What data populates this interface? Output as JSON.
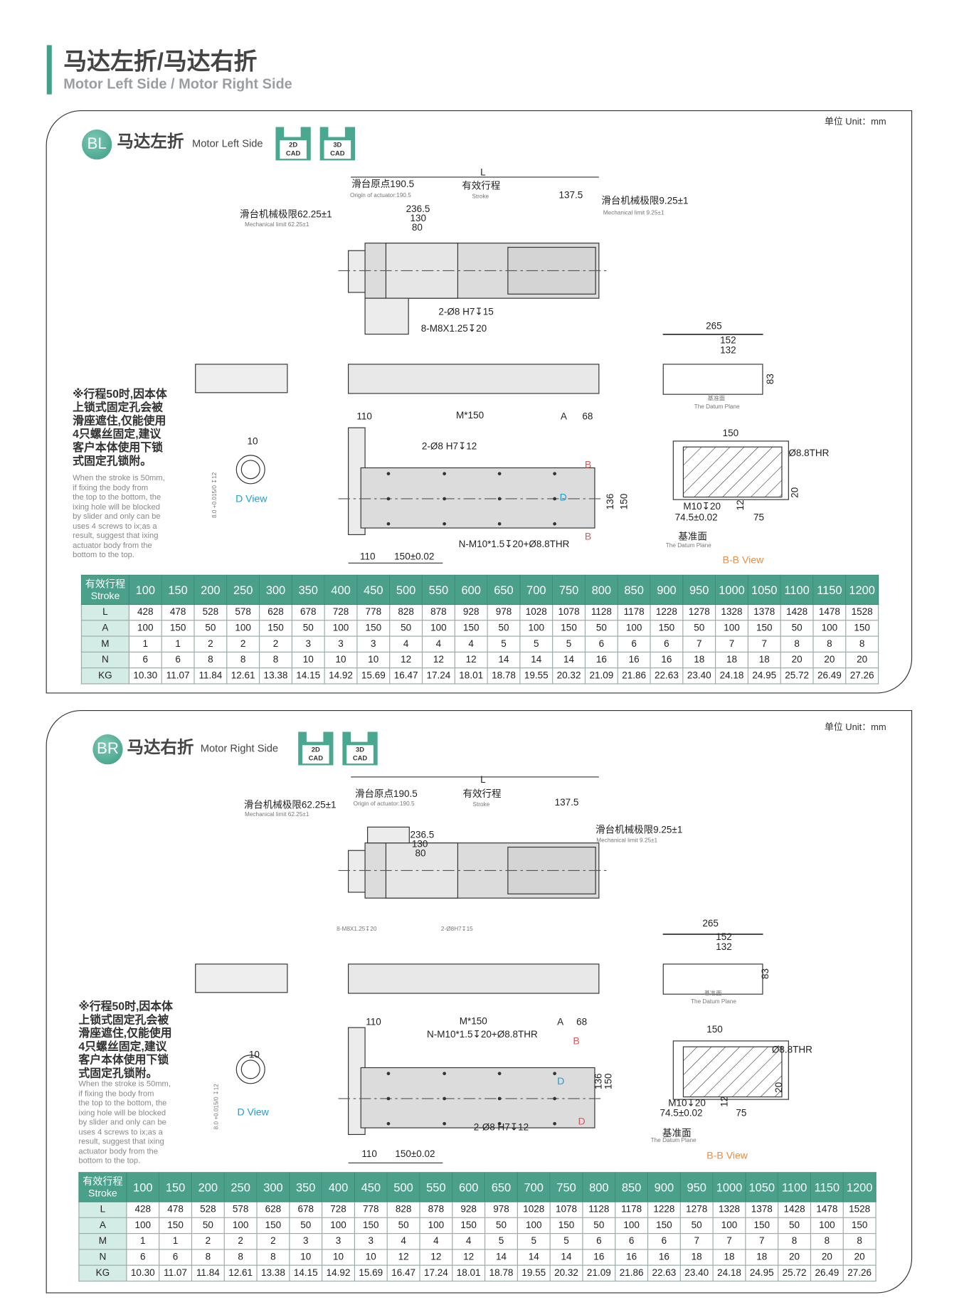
{
  "header": {
    "title_zh": "马达左折/马达右折",
    "title_en": "Motor Left Side / Motor Right Side"
  },
  "colors": {
    "accent": "#4aa08a",
    "section_label_red": "#e05555",
    "view_label_cyan": "#1d9ed6",
    "view_label_orange": "#f08a3c"
  },
  "sections": [
    {
      "code": "BL",
      "title_zh": "马达左折",
      "title_en": "Motor Left Side",
      "unit": "单位 Unit：mm",
      "cad": [
        {
          "l1": "2D",
          "l2": "CAD"
        },
        {
          "l1": "3D",
          "l2": "CAD"
        }
      ],
      "labels": {
        "L": "L",
        "origin": "滑台原点190.5",
        "origin_en": "Origin of actuator:190.5",
        "stroke_zh": "有效行程",
        "stroke_en": "Stroke",
        "d137": "137.5",
        "limit_right": "滑台机械极限9.25±1",
        "limit_right_en": "Mechanical limit 9.25±1",
        "limit_left": "滑台机械极限62.25±1",
        "limit_left_en": "Mechanical limit 62.25±1",
        "d236": "236.5",
        "d130": "130",
        "d80": "80",
        "pin15": "2-Ø8 H7↧15",
        "screw20": "8-M8X1.25↧20",
        "d265": "265",
        "d152": "152",
        "d132": "132",
        "d83": "83",
        "datum1": "基准面",
        "datum1_en": "The Datum Plane",
        "d110a": "110",
        "m150": "M*150",
        "a": "A",
        "d68": "68",
        "pin12": "2-Ø8 H7↧12",
        "b1": "B",
        "dmark": "D",
        "b2": "B",
        "d136": "136",
        "d150v": "150",
        "nm10": "N-M10*1.5↧20+Ø8.8THR",
        "d110b": "110",
        "d150tol": "150±0.02",
        "bb150": "150",
        "thr": "Ø8.8THR",
        "d20": "20",
        "d12": "12",
        "m10": "M10↧20",
        "d745": "74.5±0.02",
        "d75": "75",
        "datum2": "基准面",
        "datum2_en": "The Datum Plane",
        "bbview": "B-B View",
        "d10": "10",
        "dview": "D View",
        "tol": "8.0 +0.015/0 ↧12"
      },
      "note_zh": [
        "※行程50时,因本体",
        "上锁式固定孔会被",
        "滑座遮住,仅能使用",
        "4只螺丝固定,建议",
        "客户本体使用下锁",
        "式固定孔锁附。"
      ],
      "note_en": [
        "When the stroke is 50mm,",
        "if fixing the body from",
        "the top to the bottom, the",
        "ixing hole will be blocked",
        "by slider and only can be",
        "uses 4 screws to ix;as a",
        "result, suggest that ixing",
        "actuator body from the",
        "bottom to the top."
      ],
      "table": {
        "header_zh": "有效行程",
        "header_en": "Stroke",
        "strokes": [
          "100",
          "150",
          "200",
          "250",
          "300",
          "350",
          "400",
          "450",
          "500",
          "550",
          "600",
          "650",
          "700",
          "750",
          "800",
          "850",
          "900",
          "950",
          "1000",
          "1050",
          "1100",
          "1150",
          "1200"
        ],
        "rows": [
          {
            "label": "L",
            "values": [
              "428",
              "478",
              "528",
              "578",
              "628",
              "678",
              "728",
              "778",
              "828",
              "878",
              "928",
              "978",
              "1028",
              "1078",
              "1128",
              "1178",
              "1228",
              "1278",
              "1328",
              "1378",
              "1428",
              "1478",
              "1528"
            ]
          },
          {
            "label": "A",
            "values": [
              "100",
              "150",
              "50",
              "100",
              "150",
              "50",
              "100",
              "150",
              "50",
              "100",
              "150",
              "50",
              "100",
              "150",
              "50",
              "100",
              "150",
              "50",
              "100",
              "150",
              "50",
              "100",
              "150"
            ]
          },
          {
            "label": "M",
            "values": [
              "1",
              "1",
              "2",
              "2",
              "2",
              "3",
              "3",
              "3",
              "4",
              "4",
              "4",
              "5",
              "5",
              "5",
              "6",
              "6",
              "6",
              "7",
              "7",
              "7",
              "8",
              "8",
              "8"
            ]
          },
          {
            "label": "N",
            "values": [
              "6",
              "6",
              "8",
              "8",
              "8",
              "10",
              "10",
              "10",
              "12",
              "12",
              "12",
              "14",
              "14",
              "14",
              "16",
              "16",
              "16",
              "18",
              "18",
              "18",
              "20",
              "20",
              "20"
            ]
          },
          {
            "label": "KG",
            "values": [
              "10.30",
              "11.07",
              "11.84",
              "12.61",
              "13.38",
              "14.15",
              "14.92",
              "15.69",
              "16.47",
              "17.24",
              "18.01",
              "18.78",
              "19.55",
              "20.32",
              "21.09",
              "21.86",
              "22.63",
              "23.40",
              "24.18",
              "24.95",
              "25.72",
              "26.49",
              "27.26"
            ]
          }
        ]
      }
    },
    {
      "code": "BR",
      "title_zh": "马达右折",
      "title_en": "Motor Right Side",
      "unit": "单位 Unit：mm",
      "cad": [
        {
          "l1": "2D",
          "l2": "CAD"
        },
        {
          "l1": "3D",
          "l2": "CAD"
        }
      ],
      "labels": {
        "L": "L",
        "origin": "滑台原点190.5",
        "origin_en": "Origin of actuator:190.5",
        "stroke_zh": "有效行程",
        "stroke_en": "Stroke",
        "d137": "137.5",
        "limit_right": "滑台机械极限9.25±1",
        "limit_right_en": "Mechanical limit 9.25±1",
        "limit_left": "滑台机械极限62.25±1",
        "limit_left_en": "Mechanical limit 62.25±1",
        "d236": "236.5",
        "d130": "130",
        "d80": "80",
        "pin15": "2-Ø8H7↧15",
        "screw20": "8-M8X1.25↧20",
        "d265": "265",
        "d152": "152",
        "d132": "132",
        "d83": "83",
        "datum1": "基准面",
        "datum1_en": "The Datum Plane",
        "d110a": "110",
        "m150": "M*150",
        "a": "A",
        "d68": "68",
        "pin12": "2-Ø8 H7↧12",
        "b1": "B",
        "dmark": "D",
        "b2": "D",
        "d136": "136",
        "d150v": "150",
        "nm10": "N-M10*1.5↧20+Ø8.8THR",
        "d110b": "110",
        "d150tol": "150±0.02",
        "bb150": "150",
        "thr": "Ø8.8THR",
        "d20": "20",
        "d12": "12",
        "m10": "M10↧20",
        "d745": "74.5±0.02",
        "d75": "75",
        "datum2": "基准面",
        "datum2_en": "The Datum Plane",
        "bbview": "B-B View",
        "d10": "10",
        "dview": "D View",
        "tol": "8.0 +0.015/0 ↧12"
      },
      "note_zh": [
        "※行程50时,因本体",
        "上锁式固定孔会被",
        "滑座遮住,仅能使用",
        "4只螺丝固定,建议",
        "客户本体使用下锁",
        "式固定孔锁附。"
      ],
      "note_en": [
        "When the stroke is 50mm,",
        "if fixing the body from",
        "the top to the bottom, the",
        "ixing hole will be blocked",
        "by slider and only can be",
        "uses 4 screws to ix;as a",
        "result, suggest that ixing",
        "actuator body from the",
        "bottom to the top."
      ],
      "table": {
        "header_zh": "有效行程",
        "header_en": "Stroke",
        "strokes": [
          "100",
          "150",
          "200",
          "250",
          "300",
          "350",
          "400",
          "450",
          "500",
          "550",
          "600",
          "650",
          "700",
          "750",
          "800",
          "850",
          "900",
          "950",
          "1000",
          "1050",
          "1100",
          "1150",
          "1200"
        ],
        "rows": [
          {
            "label": "L",
            "values": [
              "428",
              "478",
              "528",
              "578",
              "628",
              "678",
              "728",
              "778",
              "828",
              "878",
              "928",
              "978",
              "1028",
              "1078",
              "1128",
              "1178",
              "1228",
              "1278",
              "1328",
              "1378",
              "1428",
              "1478",
              "1528"
            ]
          },
          {
            "label": "A",
            "values": [
              "100",
              "150",
              "50",
              "100",
              "150",
              "50",
              "100",
              "150",
              "50",
              "100",
              "150",
              "50",
              "100",
              "150",
              "50",
              "100",
              "150",
              "50",
              "100",
              "150",
              "50",
              "100",
              "150"
            ]
          },
          {
            "label": "M",
            "values": [
              "1",
              "1",
              "2",
              "2",
              "2",
              "3",
              "3",
              "3",
              "4",
              "4",
              "4",
              "5",
              "5",
              "5",
              "6",
              "6",
              "6",
              "7",
              "7",
              "7",
              "8",
              "8",
              "8"
            ]
          },
          {
            "label": "N",
            "values": [
              "6",
              "6",
              "8",
              "8",
              "8",
              "10",
              "10",
              "10",
              "12",
              "12",
              "12",
              "14",
              "14",
              "14",
              "16",
              "16",
              "16",
              "18",
              "18",
              "18",
              "20",
              "20",
              "20"
            ]
          },
          {
            "label": "KG",
            "values": [
              "10.30",
              "11.07",
              "11.84",
              "12.61",
              "13.38",
              "14.15",
              "14.92",
              "15.69",
              "16.47",
              "17.24",
              "18.01",
              "18.78",
              "19.55",
              "20.32",
              "21.09",
              "21.86",
              "22.63",
              "23.40",
              "24.18",
              "24.95",
              "25.72",
              "26.49",
              "27.26"
            ]
          }
        ]
      }
    }
  ]
}
